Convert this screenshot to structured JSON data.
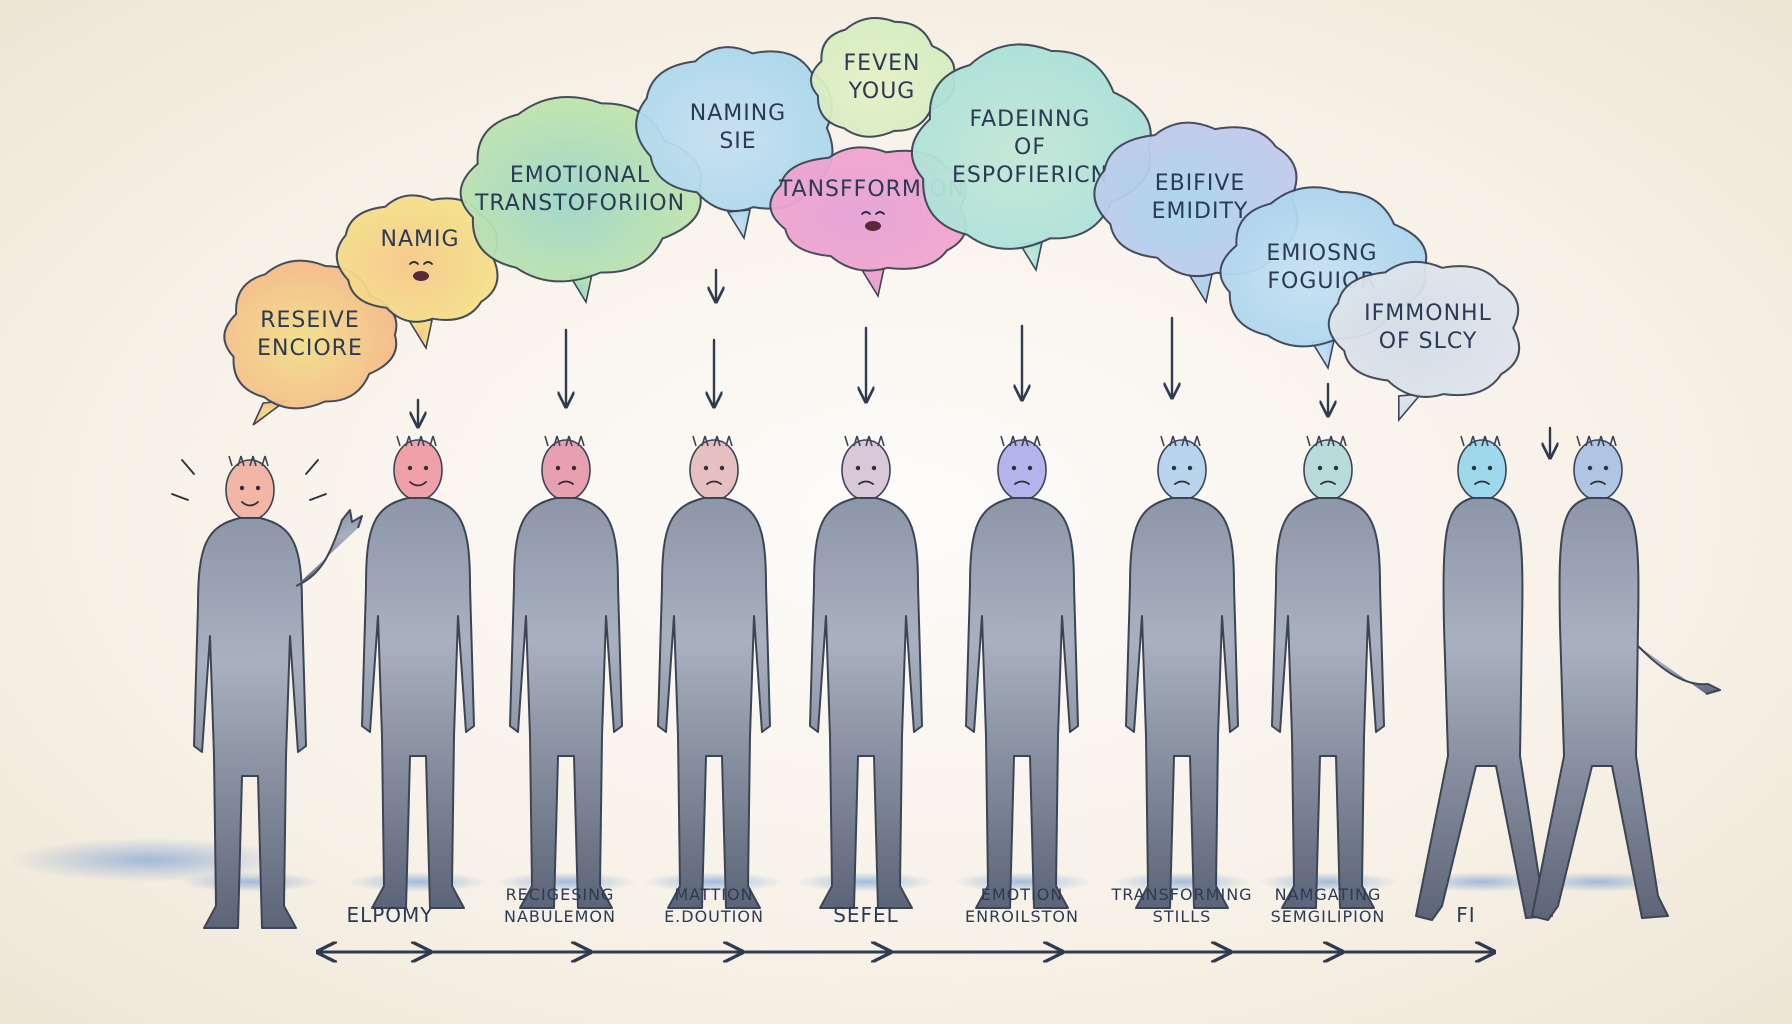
{
  "bubbles": [
    {
      "lines": [
        "RESEIVE",
        "ENCIORE"
      ],
      "color": "#f6b48a",
      "color2": "#f2e08a",
      "tail": "down-right"
    },
    {
      "lines": [
        "NAMIG"
      ],
      "color": "#f3e58a",
      "color2": "#f7c98a",
      "tail": "down",
      "face": true
    },
    {
      "lines": [
        "EMOTIONAL",
        "TRANSTOFORIION"
      ],
      "color": "#c6e8a8",
      "color2": "#9fd6c8",
      "tail": "down"
    },
    {
      "lines": [
        "NAMING",
        "SIE"
      ],
      "color": "#a8d6ec",
      "color2": "#c6e0f2",
      "tail": "down"
    },
    {
      "lines": [
        "FEVEN",
        "YOUG"
      ],
      "color": "#d2ecc0",
      "color2": "#e6f1c8",
      "tail": "none"
    },
    {
      "lines": [
        "TANSFFORMION"
      ],
      "color": "#f3a6cc",
      "color2": "#e6a2d8",
      "tail": "down",
      "face": true
    },
    {
      "lines": [
        "FADEINNG",
        "OF",
        "ESPOFIERICN"
      ],
      "color": "#a6e0d8",
      "color2": "#c4e8d8",
      "tail": "down"
    },
    {
      "lines": [
        "EBIFIVE",
        "EMIDITY"
      ],
      "color": "#c6c8ee",
      "color2": "#a8d6ec",
      "tail": "down"
    },
    {
      "lines": [
        "EMIOSNG",
        "FOGUIOR"
      ],
      "color": "#a8d2ee",
      "color2": "#c6e2f2",
      "tail": "down"
    },
    {
      "lines": [
        "IFMMONHL",
        "OF SLCY"
      ],
      "color": "#e0e6ec",
      "color2": "#d4dde6",
      "tail": "down-left"
    }
  ],
  "stage_labels": [
    {
      "lines": [
        "ELPOMY"
      ]
    },
    {
      "lines": [
        "RECIGESING",
        "NABULEMON"
      ]
    },
    {
      "lines": [
        "MATTION",
        "E.DOUTION"
      ]
    },
    {
      "lines": [
        "SEFEL"
      ]
    },
    {
      "lines": [
        "EMOTION",
        "ENROILSTON"
      ]
    },
    {
      "lines": [
        "TRANSFORMING",
        "STILLS"
      ]
    },
    {
      "lines": [
        "NAMGATING",
        "SEMGILIPION"
      ]
    },
    {
      "lines": [
        "FI"
      ]
    }
  ],
  "figures": [
    {
      "face_color": "#f2b6a6",
      "pose": "wave"
    },
    {
      "face_color": "#f0a0a8",
      "pose": "stand"
    },
    {
      "face_color": "#e8a0b0",
      "pose": "stand"
    },
    {
      "face_color": "#e6c0c0",
      "pose": "stand"
    },
    {
      "face_color": "#d8c8d8",
      "pose": "stand"
    },
    {
      "face_color": "#b4b4ec",
      "pose": "stand"
    },
    {
      "face_color": "#b8d4ec",
      "pose": "stand"
    },
    {
      "face_color": "#b8dcdc",
      "pose": "stand"
    },
    {
      "face_color": "#9ed8ec",
      "pose": "walk"
    },
    {
      "face_color": "#b0c4e4",
      "pose": "walk-away"
    }
  ]
}
